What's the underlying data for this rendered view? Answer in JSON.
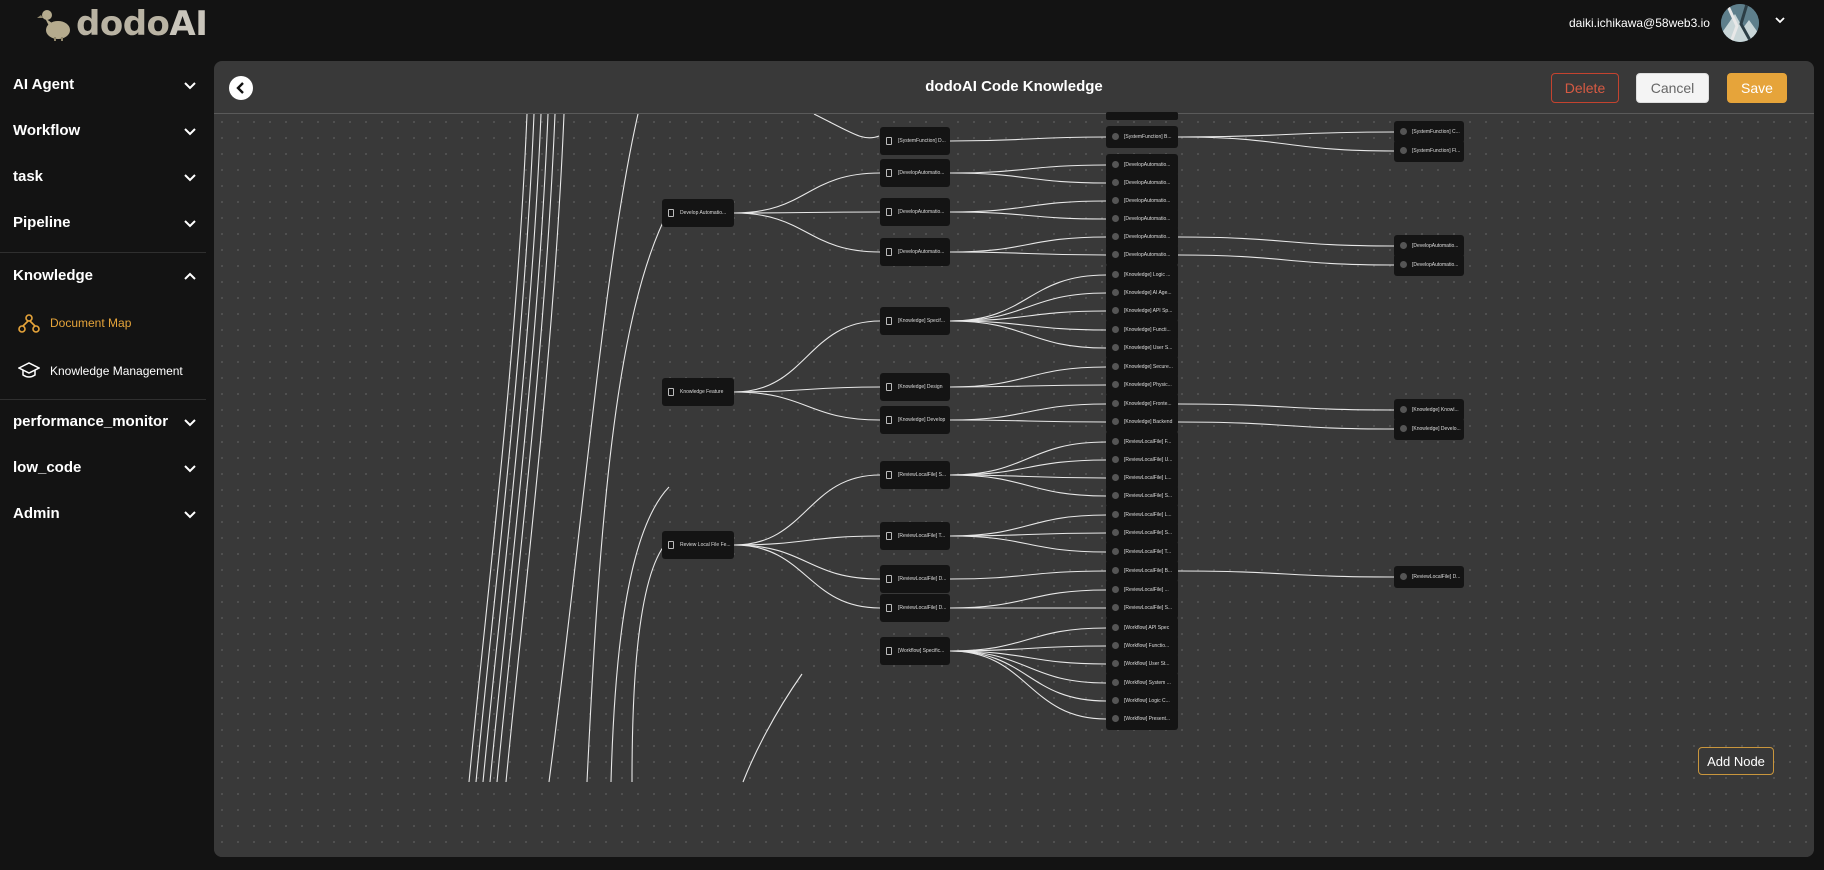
{
  "app": {
    "logo_text_main": "dodo",
    "logo_text_ai": "AI",
    "user_email": "daiki.ichikawa@58web3.io"
  },
  "sidebar": {
    "items": [
      {
        "label": "AI Agent",
        "expanded": false
      },
      {
        "label": "Workflow",
        "expanded": false
      },
      {
        "label": "task",
        "expanded": false
      },
      {
        "label": "Pipeline",
        "expanded": false
      },
      {
        "label": "Knowledge",
        "expanded": true
      },
      {
        "label": "performance_monitor",
        "expanded": false
      },
      {
        "label": "low_code",
        "expanded": false
      },
      {
        "label": "Admin",
        "expanded": false
      }
    ],
    "knowledge_children": [
      {
        "label": "Document Map",
        "active": true,
        "icon": "graph-icon"
      },
      {
        "label": "Knowledge Management",
        "active": false,
        "icon": "graduation-cap-icon"
      }
    ],
    "active_color": "#e6a43a"
  },
  "header": {
    "title": "dodoAI Code Knowledge",
    "delete_label": "Delete",
    "cancel_label": "Cancel",
    "save_label": "Save"
  },
  "canvas": {
    "add_node_label": "Add Node",
    "level1": [
      "Develop Automatio...",
      "Knowledge Feature",
      "Review Local File Fe..."
    ],
    "level2": [
      "[SystemFunction] D...",
      "[DevelopAutomatio...",
      "[DevelopAutomatio...",
      "[DevelopAutomatio...",
      "[Knowledge] Specif...",
      "[Knowledge] Design",
      "[Knowledge] Develop",
      "[ReviewLocalFile] S...",
      "[ReviewLocalFile] T...",
      "[ReviewLocalFile] D...",
      "[ReviewLocalFile] D...",
      "[Workflow] Specific..."
    ],
    "level3": [
      "[SystemFunction] B...",
      "[DevelopAutomatio...",
      "[DevelopAutomatio...",
      "[DevelopAutomatio...",
      "[DevelopAutomatio...",
      "[DevelopAutomatio...",
      "[DevelopAutomatio...",
      "[Knowledge] Logic ...",
      "[Knowledge] AI Age...",
      "[Knowledge] API Sp...",
      "[Knowledge] Functi...",
      "[Knowledge] User S...",
      "[Knowledge] Secure...",
      "[Knowledge] Physic...",
      "[Knowledge] Fronte...",
      "[Knowledge] Backend",
      "[ReviewLocalFile] F...",
      "[ReviewLocalFile] U...",
      "[ReviewLocalFile] L...",
      "[ReviewLocalFile] S...",
      "[ReviewLocalFile] L...",
      "[ReviewLocalFile] S...",
      "[ReviewLocalFile] T...",
      "[ReviewLocalFile] B...",
      "[ReviewLocalFile] ...",
      "[ReviewLocalFile] S...",
      "[Workflow] API Spec",
      "[Workflow] Functio...",
      "[Workflow] User St...",
      "[Workflow] System ...",
      "[Workflow] Logic C...",
      "[Workflow] Present..."
    ],
    "level4": [
      "[SystemFunction] C...",
      "[SystemFunction] Fl...",
      "[DevelopAutomatio...",
      "[DevelopAutomatio...",
      "[Knowledge] Knowl...",
      "[Knowledge] Develo...",
      "[ReviewLocalFile] D..."
    ]
  }
}
